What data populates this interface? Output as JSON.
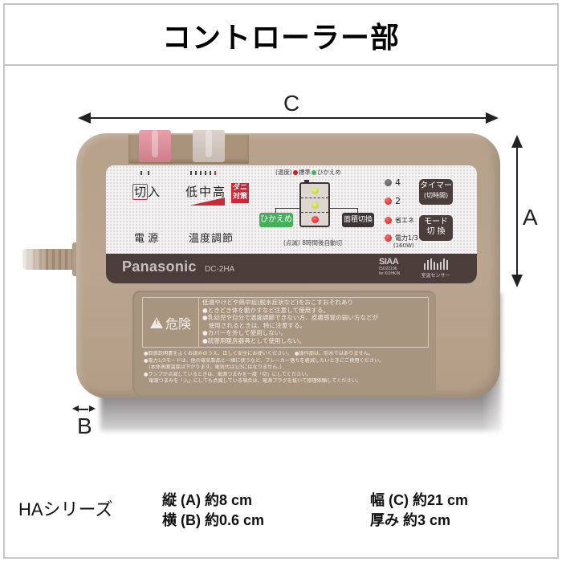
{
  "title": "コントローラー部",
  "dimensions": {
    "a_label": "A",
    "b_label": "B",
    "c_label": "C"
  },
  "device": {
    "brand": "Panasonic",
    "model": "DC-2HA",
    "power": {
      "off_label": "切",
      "on_label": "入",
      "section_label": "電 源"
    },
    "temperature": {
      "low": "低",
      "mid": "中",
      "high": "高",
      "mite_label_1": "ダニ",
      "mite_label_2": "対策",
      "section_label": "温度調節"
    },
    "area": {
      "legend_prefix": "(温度)",
      "legend_standard": "標準",
      "legend_modest": "ひかえめ",
      "left_button": "ひかえめ",
      "right_button": "面積切換",
      "blink_note": "(点滅) 8時間後自動切",
      "colors": {
        "standard": "#d21b1b",
        "modest": "#45b05c"
      }
    },
    "timer_indicators": [
      {
        "label": "4",
        "led": "gray"
      },
      {
        "label": "2",
        "led": "red"
      }
    ],
    "mode_indicators": [
      {
        "label": "省エネ",
        "led": "red"
      },
      {
        "label": "電力1/3",
        "led": "red"
      }
    ],
    "power_note": "(160W)",
    "timer_button": {
      "line1": "タイマー",
      "line2": "(切時間)"
    },
    "mode_button": {
      "line1": "モード",
      "line2": "切 換"
    },
    "siaa": {
      "mark": "SIAA",
      "code": "ISO22196",
      "sub": "for KOHKIN"
    },
    "sensor_label": "室温センサー",
    "warning": {
      "title": "危険",
      "lines": [
        "低温やけどや熱中症(脱水症状など)をおこすおそれあり",
        "●ときどき体を動かすなど注意して使用する。",
        "●乳幼児や自分で温度調節できない方、皮膚感覚の弱い方などが",
        "　使用されるときは、特に注意する。",
        "●カバーを外して使用しない。",
        "●就寝用暖房器具として使用しない。"
      ]
    },
    "notes": [
      "●取扱説明書をよくお読みのうえ、正しく安全にお使いください。　●操作部は、防水ではありません。",
      "●電力1/3モードは、他の電気製品と一緒に使うなど、ブレーカー落ちを軽減したいときにご使用ください。",
      "　(本体表面温度は下がります。電気代は1/3にはなりません。)",
      "●ランプが点滅しているときは、電源つまみを一度「切」にしてください。",
      "　電源つまみを「入」にしても点滅している場合は、電源プラグを抜いて修理依頼してください。"
    ]
  },
  "specs": {
    "series": "HAシリーズ",
    "height": "縦 (A)  約8 cm",
    "depth": "横 (B)  約0.6 cm",
    "width": "幅 (C)  約21 cm",
    "thickness": "厚み 約3 cm"
  }
}
